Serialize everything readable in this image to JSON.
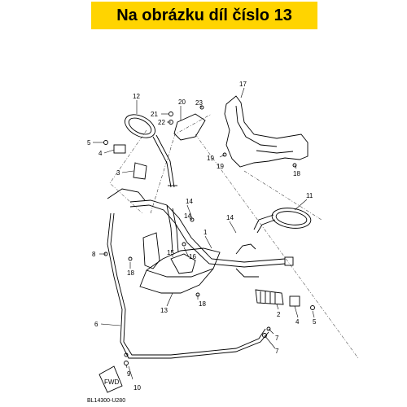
{
  "banner": {
    "text": "Na obrázku díl číslo 13",
    "background": "#ffd400"
  },
  "diagram": {
    "labels": {
      "p1": "1",
      "p2": "2",
      "p3": "3",
      "p4a": "4",
      "p4b": "4",
      "p5a": "5",
      "p5b": "5",
      "p6": "6",
      "p7a": "7",
      "p7b": "7",
      "p8": "8",
      "p9": "9",
      "p10": "10",
      "p11": "11",
      "p12": "12",
      "p13": "13",
      "p14a": "14",
      "p14b": "14",
      "p14c": "14",
      "p15": "15",
      "p16": "16",
      "p17": "17",
      "p18a": "18",
      "p18b": "18",
      "p18c": "18",
      "p19a": "19",
      "p19b": "19",
      "p20": "20",
      "p21": "21",
      "p22": "22",
      "p23": "23"
    },
    "fwd_label": "FWD",
    "drawing_code": "BL14300-U280"
  }
}
